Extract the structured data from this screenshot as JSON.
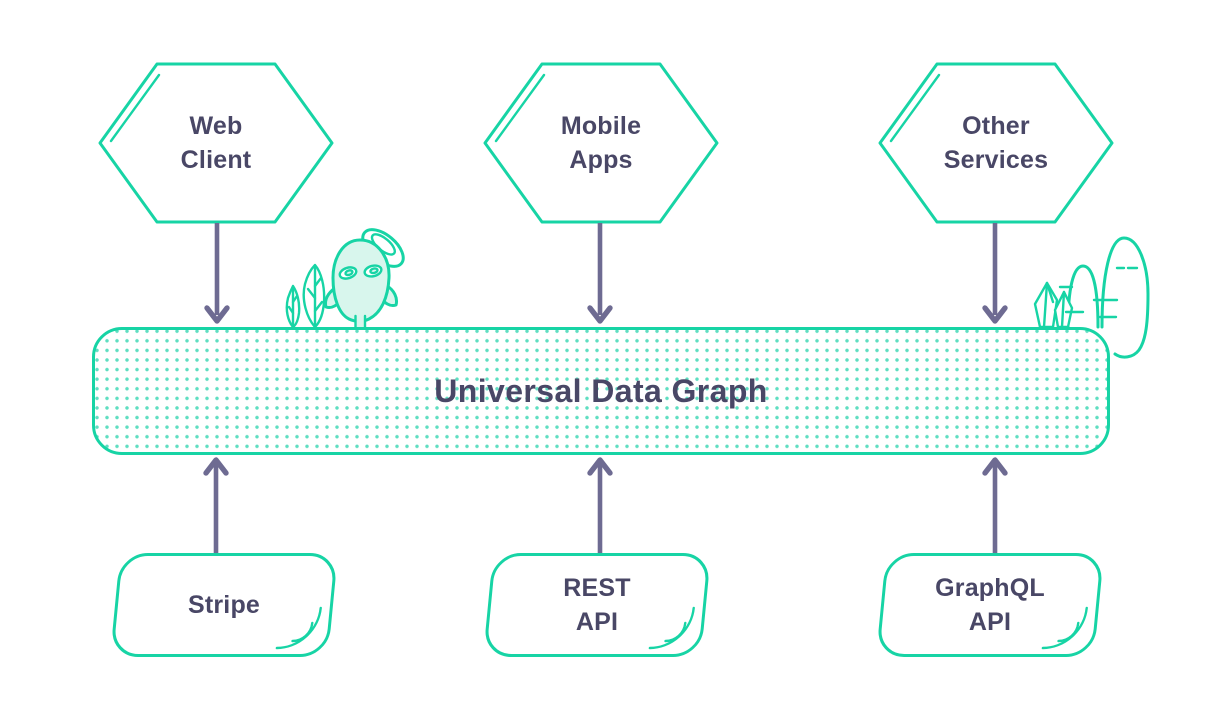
{
  "title": "Universal Data Graph",
  "top_nodes": [
    {
      "label": "Web\nClient"
    },
    {
      "label": "Mobile\nApps"
    },
    {
      "label": "Other\nServices"
    }
  ],
  "bottom_nodes": [
    {
      "label": "Stripe"
    },
    {
      "label": "REST\nAPI"
    },
    {
      "label": "GraphQL\nAPI"
    }
  ],
  "edges": [
    {
      "from": "Web Client",
      "to": "Universal Data Graph",
      "direction": "down"
    },
    {
      "from": "Mobile Apps",
      "to": "Universal Data Graph",
      "direction": "down"
    },
    {
      "from": "Other Services",
      "to": "Universal Data Graph",
      "direction": "down"
    },
    {
      "from": "Stripe",
      "to": "Universal Data Graph",
      "direction": "up"
    },
    {
      "from": "REST API",
      "to": "Universal Data Graph",
      "direction": "up"
    },
    {
      "from": "GraphQL API",
      "to": "Universal Data Graph",
      "direction": "up"
    }
  ],
  "decorations": [
    {
      "name": "mascot-with-plants",
      "position": "left-on-bar"
    },
    {
      "name": "crystals-and-hills",
      "position": "right-on-bar"
    }
  ],
  "colors": {
    "teal": "#17d4a5",
    "mint": "#d8f6ed",
    "dot": "#5fdec1",
    "arrow": "#6e6b92",
    "ink": "#494766"
  }
}
